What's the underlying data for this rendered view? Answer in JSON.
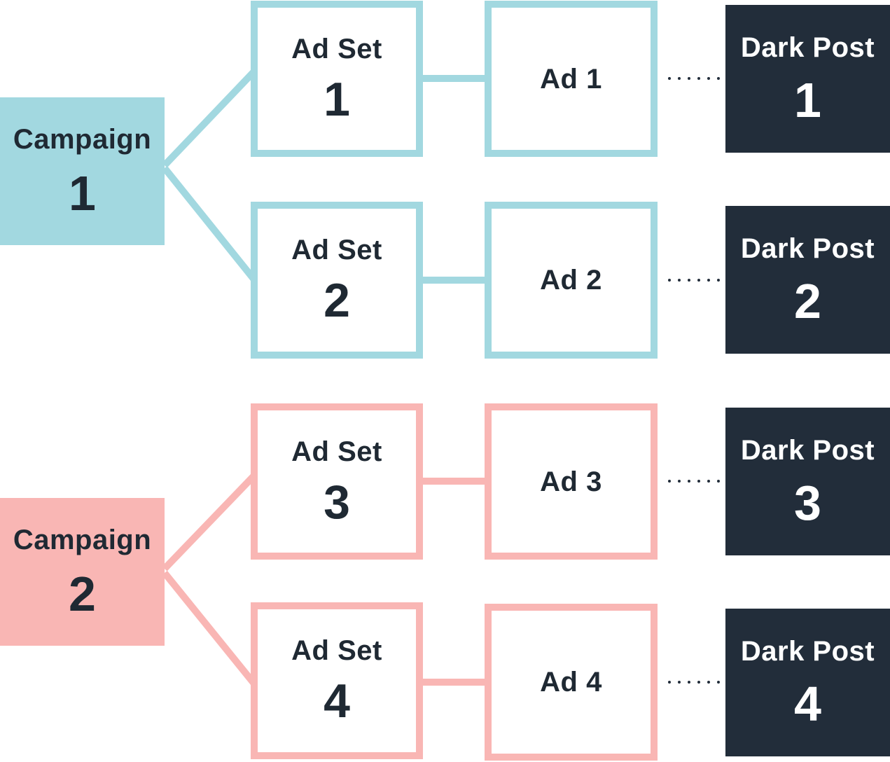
{
  "colors": {
    "blue": "#a2d8e0",
    "pink": "#f9b6b4",
    "dark": "#222d3a",
    "text": "#1f2933",
    "white": "#ffffff"
  },
  "campaigns": [
    {
      "label": "Campaign",
      "number": "1"
    },
    {
      "label": "Campaign",
      "number": "2"
    }
  ],
  "ad_sets": [
    {
      "label": "Ad Set",
      "number": "1"
    },
    {
      "label": "Ad Set",
      "number": "2"
    },
    {
      "label": "Ad Set",
      "number": "3"
    },
    {
      "label": "Ad Set",
      "number": "4"
    }
  ],
  "ads": [
    {
      "label": "Ad 1"
    },
    {
      "label": "Ad 2"
    },
    {
      "label": "Ad 3"
    },
    {
      "label": "Ad 4"
    }
  ],
  "dark_posts": [
    {
      "label": "Dark Post",
      "number": "1"
    },
    {
      "label": "Dark Post",
      "number": "2"
    },
    {
      "label": "Dark Post",
      "number": "3"
    },
    {
      "label": "Dark Post",
      "number": "4"
    }
  ]
}
